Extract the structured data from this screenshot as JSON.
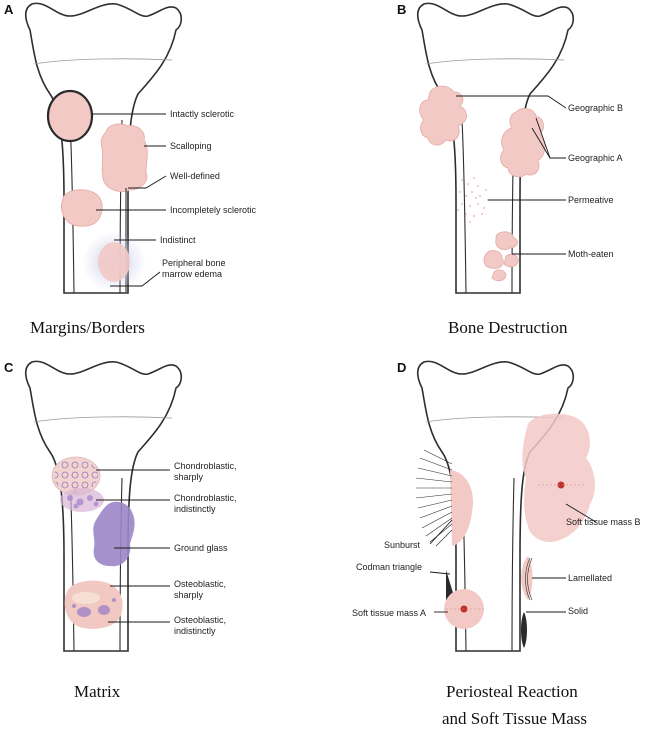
{
  "panels": {
    "A": {
      "letter": "A",
      "title": "Margins/Borders",
      "labels": {
        "intactly_sclerotic": "Intactly sclerotic",
        "scalloping": "Scalloping",
        "well_defined": "Well-defined",
        "incompletely_sclerotic": "Incompletely sclerotic",
        "indistinct": "Indistinct",
        "peripheral_1": "Peripheral bone",
        "peripheral_2": "marrow edema"
      }
    },
    "B": {
      "letter": "B",
      "title": "Bone Destruction",
      "labels": {
        "geographic_b": "Geographic B",
        "geographic_a": "Geographic A",
        "permeative": "Permeative",
        "moth_eaten": "Moth-eaten"
      }
    },
    "C": {
      "letter": "C",
      "title": "Matrix",
      "labels": {
        "chondro_sharp_1": "Chondroblastic,",
        "chondro_sharp_2": "sharply",
        "chondro_indist_1": "Chondroblastic,",
        "chondro_indist_2": "indistinctly",
        "ground_glass": "Ground glass",
        "osteo_sharp_1": "Osteoblastic,",
        "osteo_sharp_2": "sharply",
        "osteo_indist_1": "Osteoblastic,",
        "osteo_indist_2": "indistinctly"
      }
    },
    "D": {
      "letter": "D",
      "title_1": "Periosteal Reaction",
      "title_2": "and Soft Tissue Mass",
      "labels": {
        "sunburst": "Sunburst",
        "codman": "Codman triangle",
        "soft_a": "Soft tissue mass A",
        "soft_b": "Soft tissue mass B",
        "lamellated": "Lamellated",
        "solid": "Solid"
      }
    }
  },
  "colors": {
    "lesion_pink": "#f2c9c5",
    "matrix_purple": "#9b86c8",
    "edema_blue": "#c9cbe8",
    "mass_dot": "#c0302b"
  }
}
